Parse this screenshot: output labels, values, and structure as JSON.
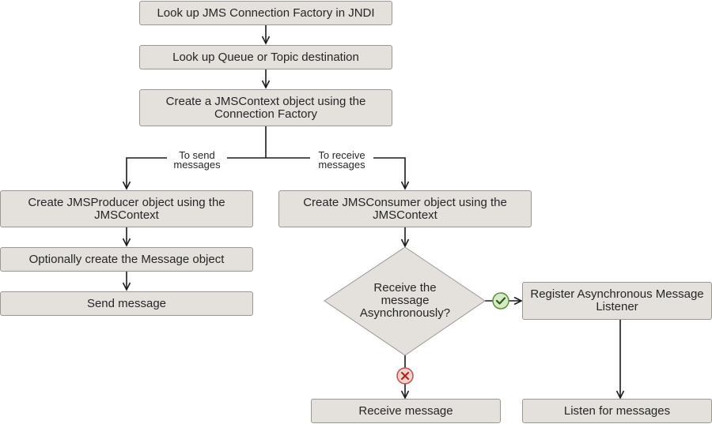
{
  "nodes": {
    "lookup_factory": "Look up JMS Connection Factory in JNDI",
    "lookup_destination": "Look up Queue or Topic destination",
    "create_context": "Create a JMSContext object using the Connection Factory",
    "create_producer": "Create JMSProducer object using the JMSContext",
    "create_message": "Optionally create the Message object",
    "send_message": "Send message",
    "create_consumer": "Create JMSConsumer object using the JMSContext",
    "decision": "Receive the message Asynchronously?",
    "register_listener": "Register Asynchronous Message Listener",
    "receive_message": "Receive message",
    "listen_messages": "Listen for messages"
  },
  "edge_labels": {
    "to_send": "To send messages",
    "to_receive": "To receive messages"
  },
  "colors": {
    "box_fill": "#e4e1dc",
    "box_border": "#9b9892",
    "line": "#1a1a1a",
    "yes_fill": "#d6ebc4",
    "yes_stroke": "#5f8f3e",
    "no_fill": "#f6d3d1",
    "no_stroke": "#c0524b"
  },
  "icons": {
    "yes": "check-icon",
    "no": "cross-icon"
  }
}
